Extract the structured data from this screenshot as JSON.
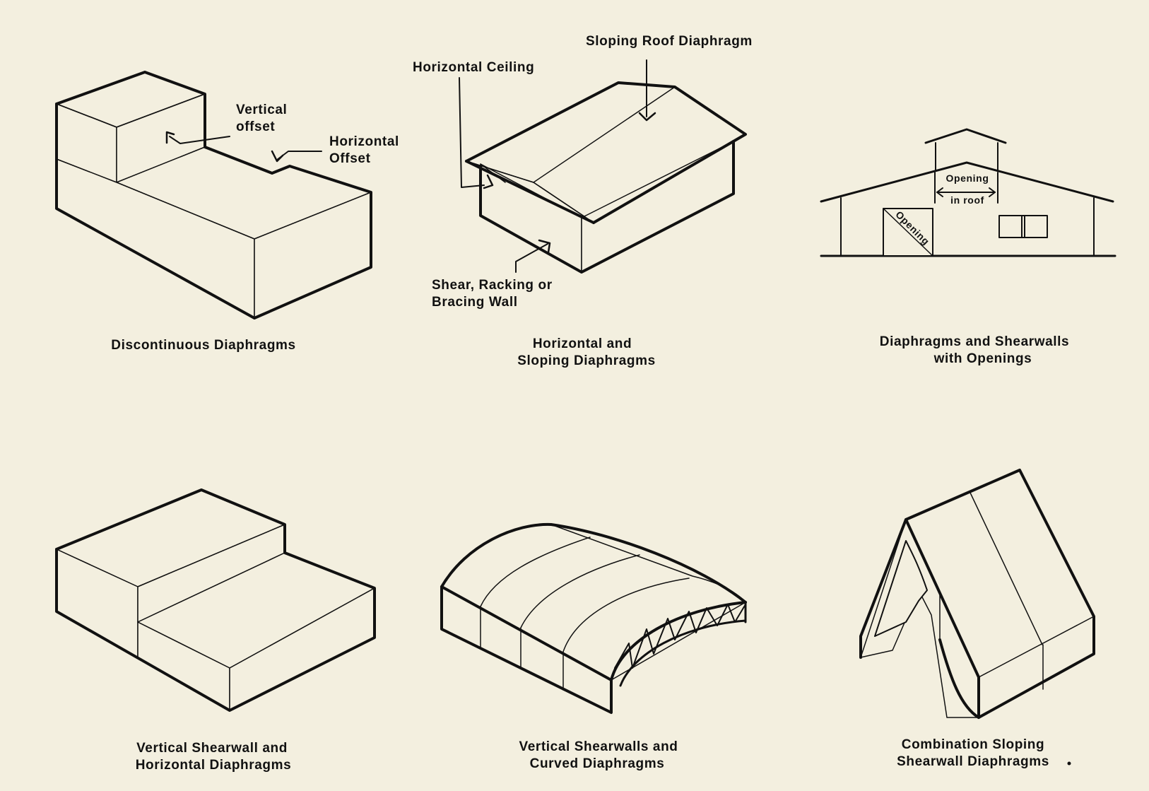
{
  "panels": {
    "discontinuous": {
      "caption": "Discontinuous Diaphragms",
      "label_vertical_line1": "Vertical",
      "label_vertical_line2": "offset",
      "label_horizontal_line1": "Horizontal",
      "label_horizontal_line2": "Offset"
    },
    "sloping": {
      "caption_line1": "Horizontal and",
      "caption_line2": "Sloping Diaphragms",
      "label_roof": "Sloping Roof Diaphragm",
      "label_ceiling": "Horizontal Ceiling",
      "label_wall_line1": "Shear, Racking or",
      "label_wall_line2": "Bracing Wall"
    },
    "openings": {
      "caption_line1": "Diaphragms and Shearwalls",
      "caption_line2": "with Openings",
      "label_roof_opening_line1": "Opening",
      "label_roof_opening_line2": "in roof",
      "label_wall_opening": "Opening"
    },
    "vertical_shearwall": {
      "caption_line1": "Vertical Shearwall and",
      "caption_line2": "Horizontal Diaphragms"
    },
    "curved": {
      "caption_line1": "Vertical Shearwalls and",
      "caption_line2": "Curved Diaphragms"
    },
    "combination": {
      "caption_line1": "Combination Sloping",
      "caption_line2": "Shearwall Diaphragms"
    }
  }
}
